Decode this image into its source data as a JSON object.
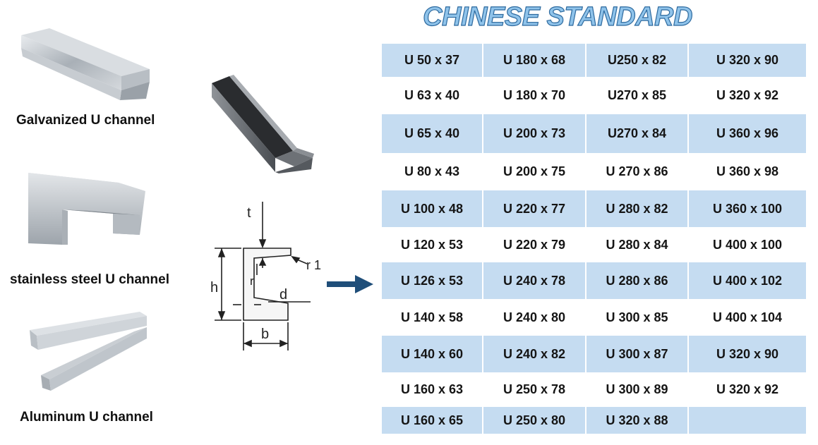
{
  "title": "CHINESE STANDARD",
  "products": [
    {
      "label": "Galvanized U channel"
    },
    {
      "label": "stainless steel U channel"
    },
    {
      "label": "Aluminum U channel"
    }
  ],
  "diagram_labels": {
    "t": "t",
    "h": "h",
    "r": "r",
    "r1": "r 1",
    "d": "d",
    "b": "b"
  },
  "table": {
    "rows": [
      [
        "U 50 x 37",
        "U 180 x 68",
        "U250 x 82",
        "U 320 x 90"
      ],
      [
        "U 63 x 40",
        "U 180 x 70",
        "U270 x 85",
        "U 320 x 92"
      ],
      [
        "U 65 x 40",
        "U 200 x 73",
        "U270 x 84",
        "U 360 x 96"
      ],
      [
        "U 80 x 43",
        "U 200 x 75",
        "U 270 x 86",
        "U 360 x 98"
      ],
      [
        "U 100 x 48",
        "U 220 x 77",
        "U 280 x 82",
        "U 360 x 100"
      ],
      [
        "U 120 x 53",
        "U 220 x 79",
        "U 280 x 84",
        "U 400 x 100"
      ],
      [
        "U 126 x 53",
        "U 240 x 78",
        "U 280 x 86",
        "U 400 x 102"
      ],
      [
        "U 140 x 58",
        "U 240 x 80",
        "U 300 x 85",
        "U 400 x 104"
      ],
      [
        "U 140 x 60",
        "U 240 x 82",
        "U 300 x 87",
        "U 320 x 90"
      ],
      [
        "U 160 x 63",
        "U 250 x 78",
        "U 300 x 89",
        "U 320 x 92"
      ],
      [
        "U 160 x 65",
        "U 250 x 80",
        "U 320 x 88",
        ""
      ]
    ]
  },
  "colors": {
    "band": "#c5dcf1",
    "title_fill": "#8fc3ea",
    "title_stroke": "#2d6a9f",
    "arrow": "#1f4e79"
  }
}
